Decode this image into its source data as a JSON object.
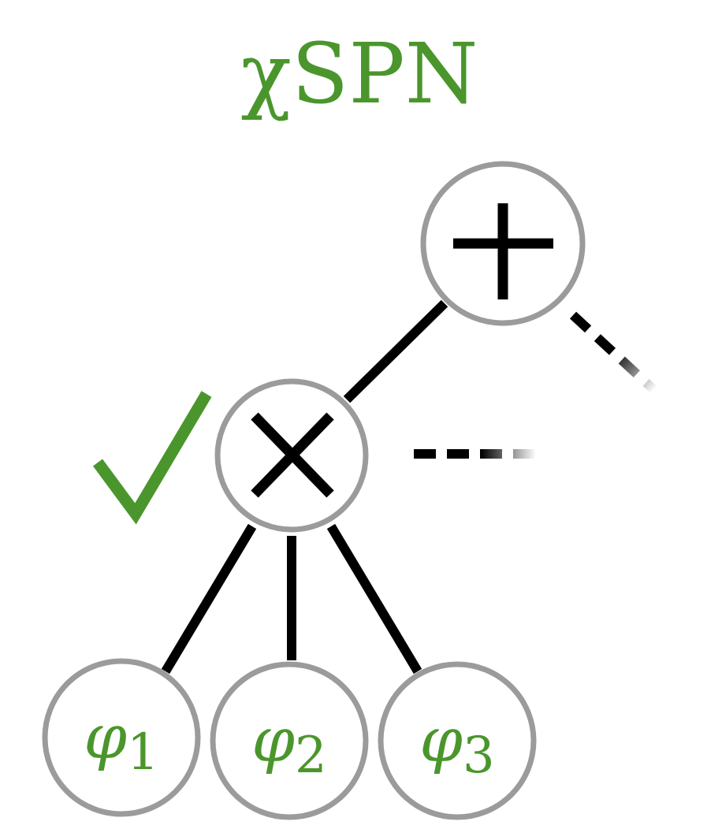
{
  "title": "χSPN",
  "colors": {
    "accent": "#4a962c",
    "node_outline": "#9b9b9b",
    "edge": "#000000"
  },
  "nodes": {
    "sum": {
      "symbol": "+"
    },
    "product": {
      "symbol": "×",
      "status": "check-icon"
    }
  },
  "leaves": [
    {
      "var": "φ",
      "sub": "1"
    },
    {
      "var": "φ",
      "sub": "2"
    },
    {
      "var": "φ",
      "sub": "3"
    }
  ]
}
